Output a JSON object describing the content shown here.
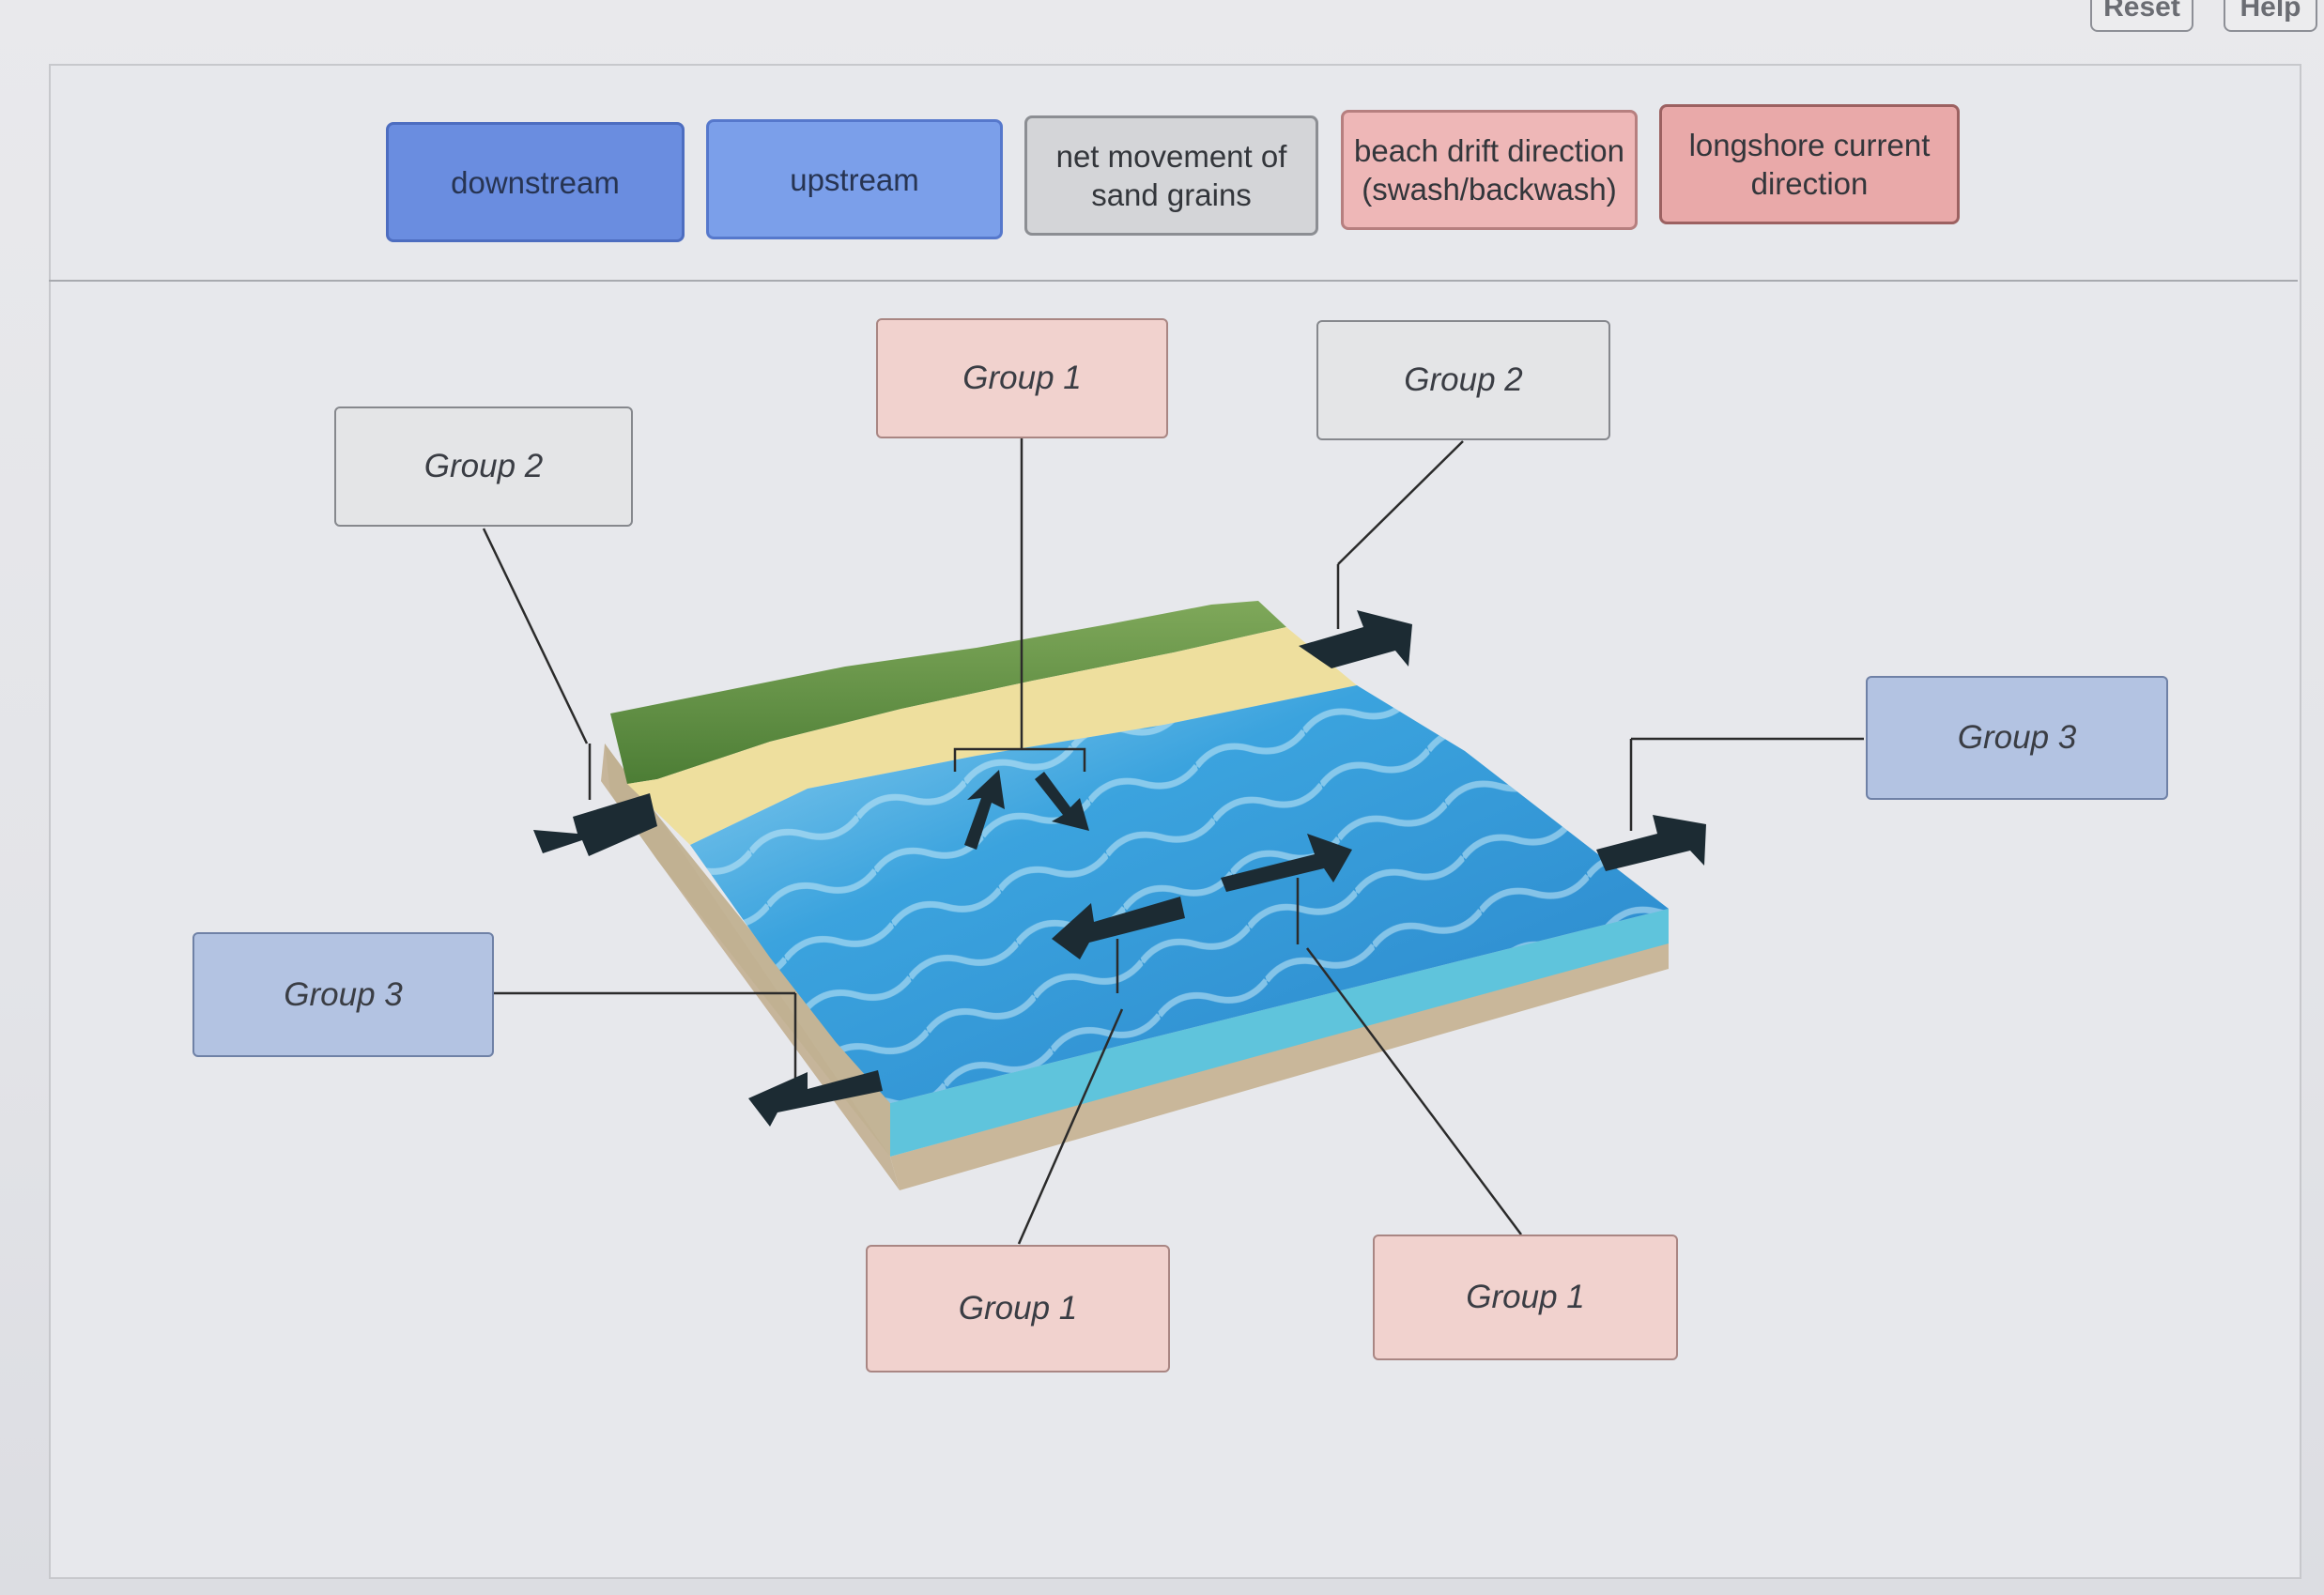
{
  "toolbar": {
    "reset_label": "Reset",
    "help_label": "Help"
  },
  "word_bank": [
    {
      "id": "downstream",
      "lines": [
        "downstream"
      ]
    },
    {
      "id": "upstream",
      "lines": [
        "upstream"
      ]
    },
    {
      "id": "net-movement",
      "lines": [
        "net movement of",
        "sand grains"
      ]
    },
    {
      "id": "beach-drift",
      "lines": [
        "beach drift direction",
        "(swash/backwash)"
      ]
    },
    {
      "id": "longshore-current",
      "lines": [
        "longshore current",
        "direction"
      ]
    }
  ],
  "targets": {
    "top_center": "Group 1",
    "top_right": "Group 2",
    "left_upper": "Group 2",
    "right_middle": "Group 3",
    "left_lower": "Group 3",
    "bottom_center": "Group 1",
    "bottom_right": "Group 1"
  },
  "colors": {
    "group1": "#f1d2ce",
    "group2": "#e4e5e7",
    "group3": "#b3c3e2",
    "water": "#3aa2dc",
    "sand": "#eedf9e",
    "vegetation": "#6b9a4a"
  }
}
